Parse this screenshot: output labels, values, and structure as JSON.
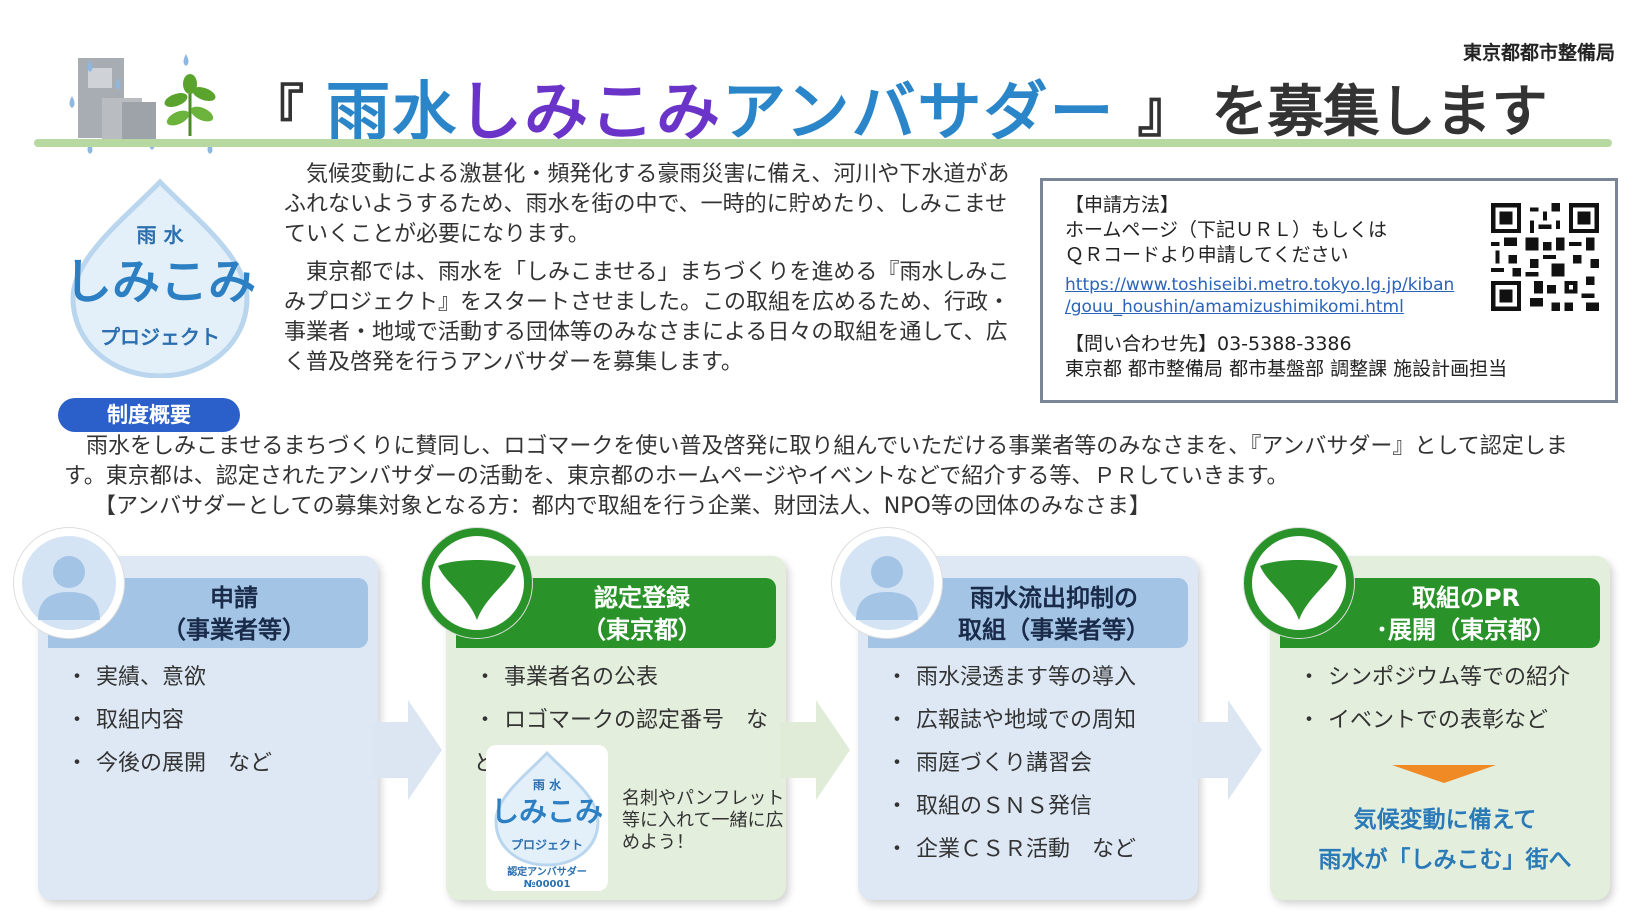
{
  "header": {
    "bureau": "東京都都市整備局",
    "title_open": "『",
    "title_name_a": "雨水",
    "title_name_b": "しみこみ",
    "title_name_c": "アンバサダー",
    "title_close": "』",
    "title_rest": "を募集します"
  },
  "logo": {
    "top": "雨 水",
    "main": "しみこみ",
    "bottom": "プロジェクト"
  },
  "intro": {
    "p1": "気候変動による激甚化・頻発化する豪雨災害に備え、河川や下水道があふれないようするため、雨水を街の中で、一時的に貯めたり、しみこませていくことが必要になります。",
    "p2": "東京都では、雨水を「しみこませる」まちづくりを進める『雨水しみこみプロジェクト』をスタートさせました。この取組を広めるため、行政・事業者・地域で活動する団体等のみなさまによる日々の取組を通して、広く普及啓発を行うアンバサダーを募集します。"
  },
  "apply": {
    "heading": "【申請方法】",
    "line1": "ホームページ（下記ＵＲＬ）もしくは",
    "line2": "ＱＲコードより申請してください",
    "url1": "https://www.toshiseibi.metro.tokyo.lg.jp/kiban",
    "url2": "/gouu_houshin/amamizushimikomi.html",
    "contact1": "【問い合わせ先】03-5388-3386",
    "contact2": "東京都 都市整備局 都市基盤部 調整課 施設計画担当"
  },
  "overview": {
    "label": "制度概要",
    "line1": "雨水をしみこませるまちづくりに賛同し、ロゴマークを使い普及啓発に取り組んでいただける事業者等のみなさまを、『アンバサダー』として認定します。東京都は、認定されたアンバサダーの活動を、東京都のホームページやイベントなどで紹介する等、ＰＲしていきます。",
    "line2": "【アンバサダーとしての募集対象となる方：都内で取組を行う企業、財団法人、NPO等の団体のみなさま】"
  },
  "steps": [
    {
      "title1": "申請",
      "title2": "（事業者等）",
      "bullets": [
        "実績、意欲",
        "取組内容",
        "今後の展開　など"
      ]
    },
    {
      "title1": "認定登録",
      "title2": "（東京都）",
      "bullets": [
        "事業者名の公表",
        "ロゴマークの認定番号　など"
      ]
    },
    {
      "title1": "雨水流出抑制の",
      "title2": "取組（事業者等）",
      "bullets": [
        "雨水浸透ます等の導入",
        "広報誌や地域での周知",
        "雨庭づくり講習会",
        "取組のＳＮＳ発信",
        "企業ＣＳＲ活動　など"
      ]
    },
    {
      "title1": "取組のPR",
      "title2": "･展開（東京都）",
      "bullets": [
        "シンポジウム等での紹介",
        "イベントでの表彰など"
      ]
    }
  ],
  "badge_logo": {
    "top": "雨 水",
    "main": "しみこみ",
    "bottom": "プロジェクト",
    "cert": "認定アンバサダー",
    "number": "№00001"
  },
  "note": "名刺やパンフレット等に入れて一緒に広めよう！",
  "tagline": {
    "line1": "気候変動に備えて",
    "line2": "雨水が「しみこむ」街へ"
  },
  "colors": {
    "accent_blue": "#2b86c9",
    "accent_purple": "#6b34c8",
    "green": "#29932a",
    "pill": "#2b5fc9",
    "orange": "#f08a24"
  }
}
